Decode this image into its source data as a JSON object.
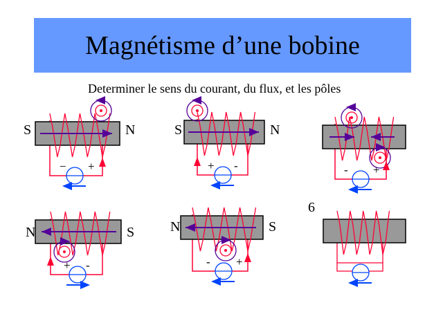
{
  "title": "Magnétisme d’une bobine",
  "instruction": "Determiner le sens du courant, du flux, et les pôles",
  "panels": [
    {
      "left_pole": "S",
      "right_pole": "N",
      "minus": "−",
      "plus": "+"
    },
    {
      "left_pole": "S",
      "right_pole": "N",
      "minus": "-",
      "plus": "+"
    },
    {
      "left_pole": "",
      "right_pole": "",
      "minus": "-",
      "plus": "+"
    },
    {
      "left_pole": "N",
      "right_pole": "S",
      "minus": "-",
      "plus": "+"
    },
    {
      "left_pole": "N",
      "right_pole": "S",
      "minus": "-",
      "plus": "+"
    },
    {
      "number": "6"
    }
  ],
  "colors": {
    "title_bg": "#6699ff",
    "bar": "#999999",
    "coil": "#ff0033",
    "flux": "#550099",
    "source": "#0044ff"
  }
}
